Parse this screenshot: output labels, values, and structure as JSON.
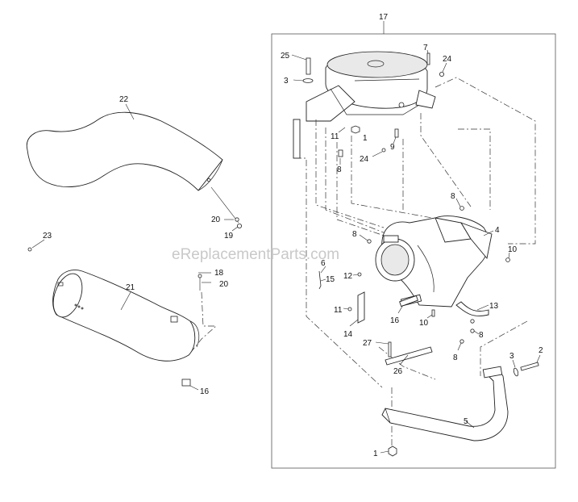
{
  "watermark": "eReplacementParts.com",
  "callouts": {
    "c17": "17",
    "c25": "25",
    "c3a": "3",
    "c7": "7",
    "c24a": "24",
    "c11a": "11",
    "c1a": "1",
    "c9": "9",
    "c24b": "24",
    "c8a": "8",
    "c8b": "8",
    "c4": "4",
    "c8c": "8",
    "c10a": "10",
    "c6": "6",
    "c15": "15",
    "c12": "12",
    "c11b": "11",
    "c16a": "16",
    "c10b": "10",
    "c13": "13",
    "c14": "14",
    "c8d": "8",
    "c8e": "8",
    "c27": "27",
    "c26": "26",
    "c3b": "3",
    "c2": "2",
    "c5": "5",
    "c1b": "1",
    "c22": "22",
    "c20a": "20",
    "c19": "19",
    "c23": "23",
    "c21": "21",
    "c18": "18",
    "c20b": "20",
    "c16b": "16"
  }
}
